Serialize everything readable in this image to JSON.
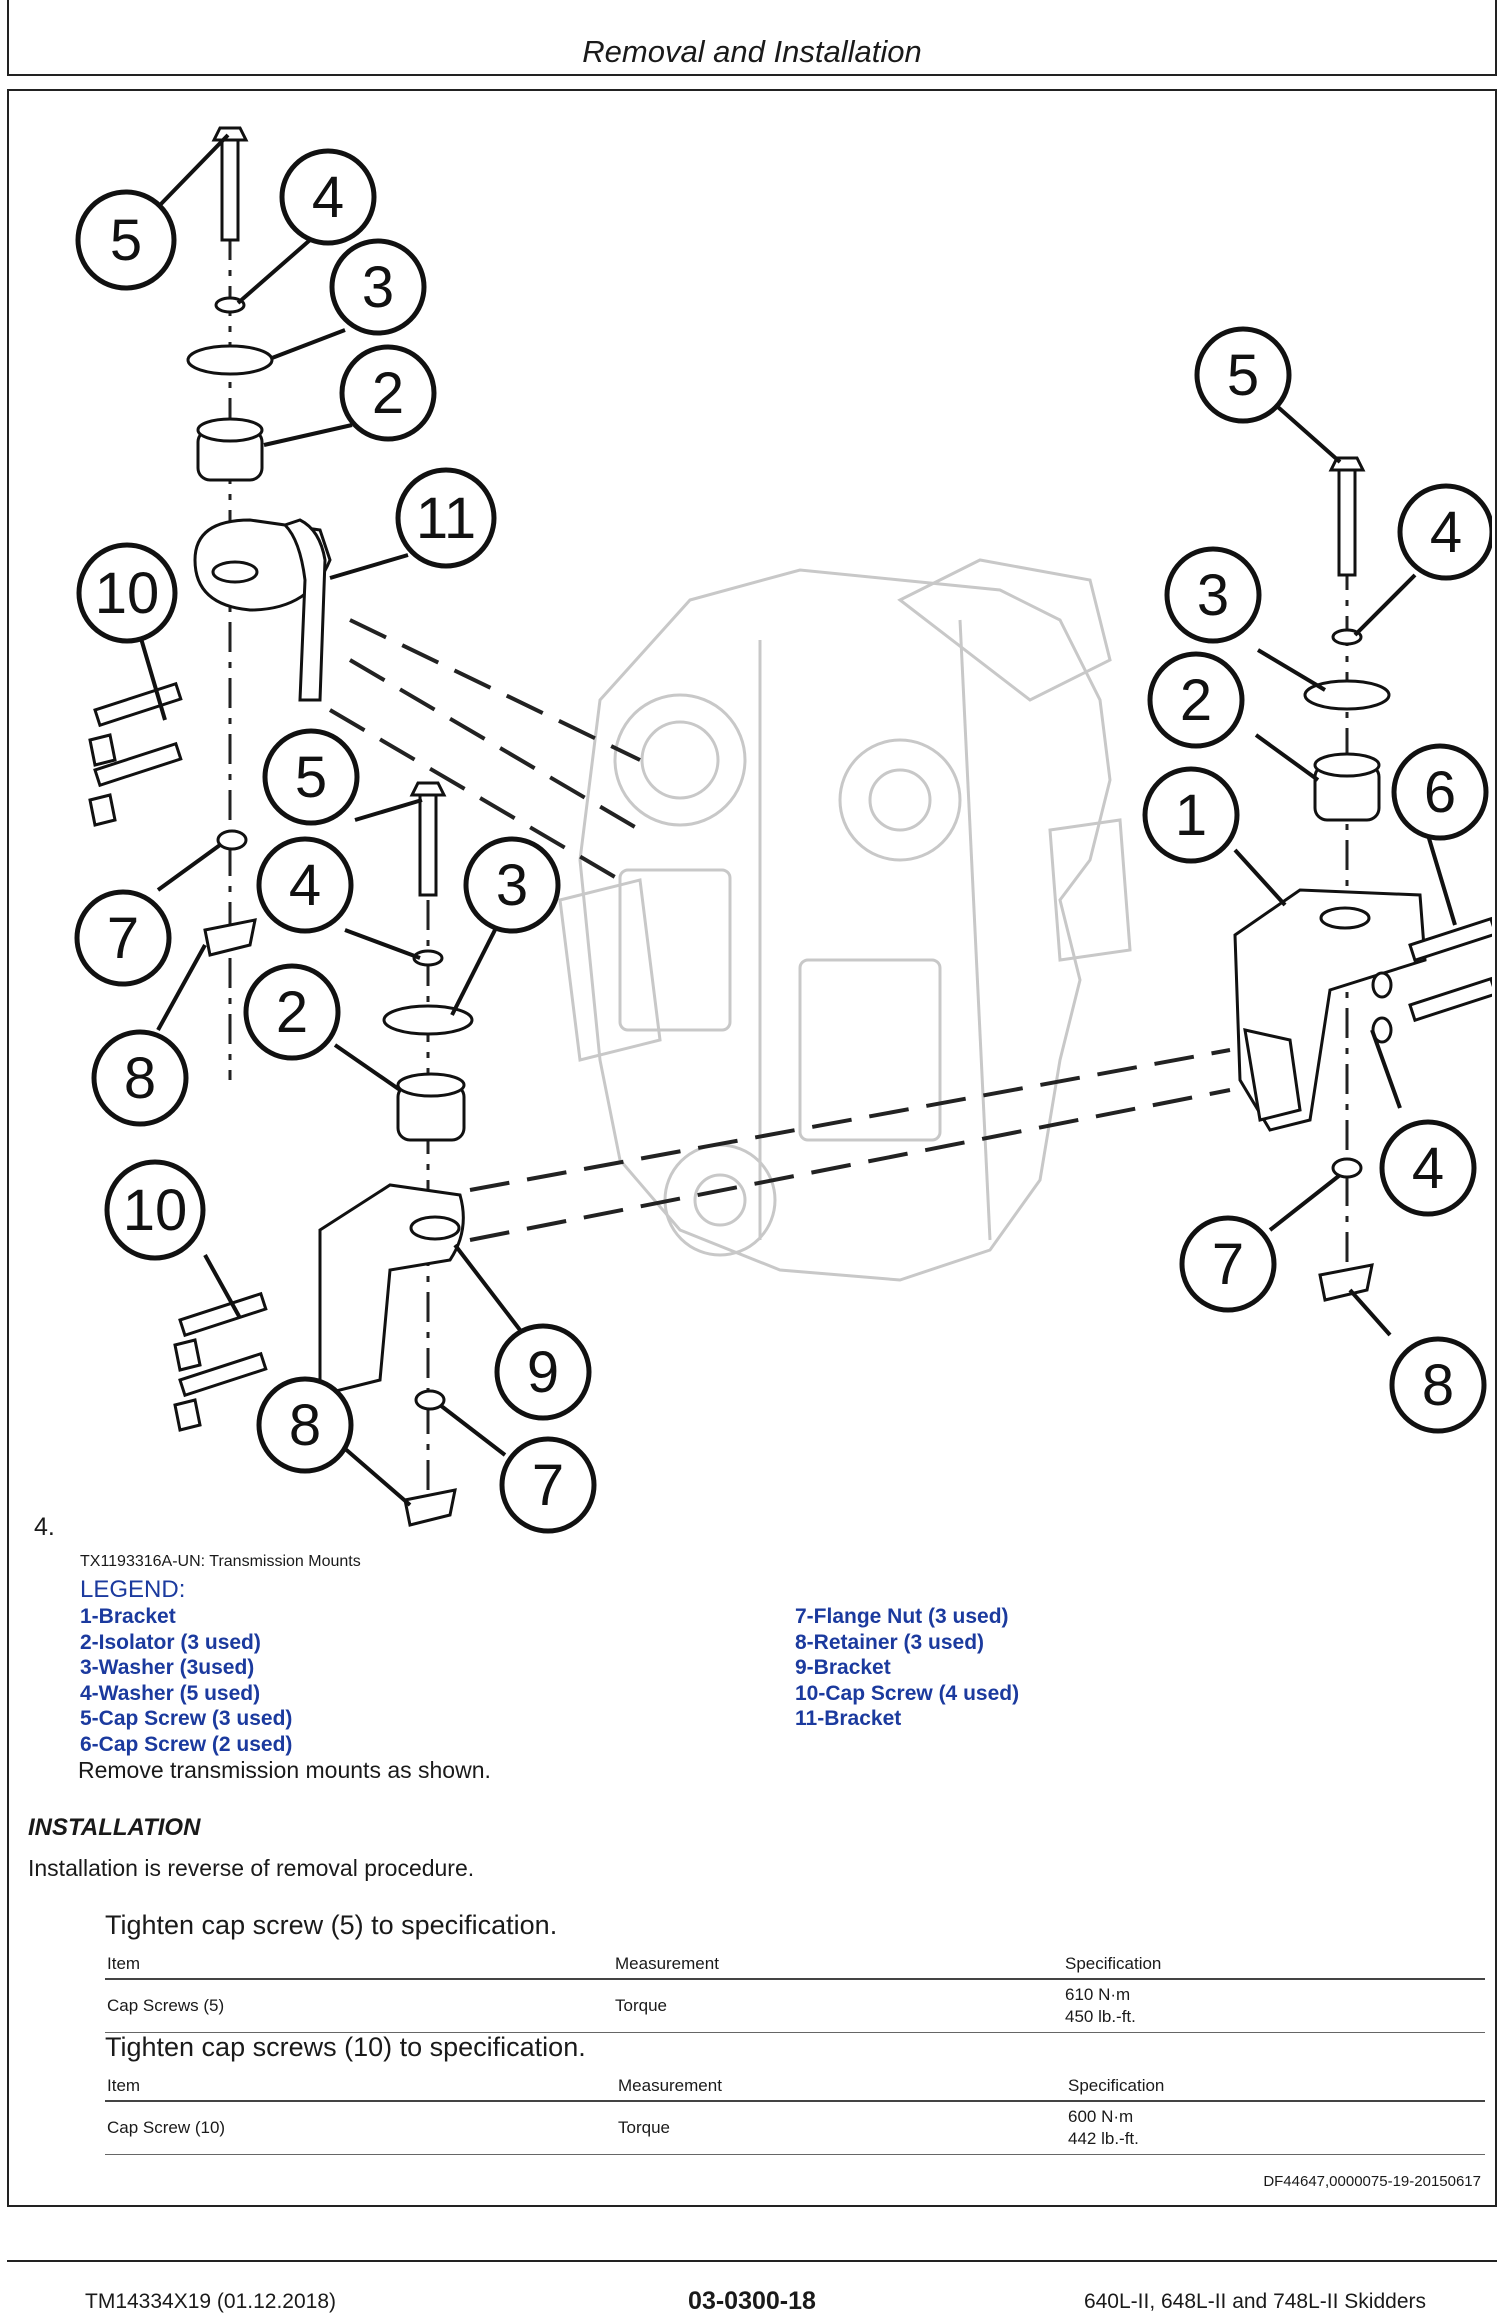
{
  "header": {
    "title": "Removal and Installation"
  },
  "figure": {
    "callouts": [
      "5",
      "4",
      "3",
      "2",
      "11",
      "10",
      "7",
      "8",
      "5",
      "4",
      "3",
      "2",
      "10",
      "9",
      "8",
      "7",
      "5",
      "4",
      "3",
      "2",
      "1",
      "6",
      "4",
      "7",
      "8"
    ]
  },
  "step": {
    "number": "4."
  },
  "caption": "TX1193316A-UN: Transmission Mounts",
  "legend": {
    "title": "LEGEND:",
    "left": [
      "1-Bracket",
      "2-Isolator (3 used)",
      "3-Washer (3used)",
      "4-Washer (5 used)",
      "5-Cap Screw (3 used)",
      "6-Cap Screw (2 used)"
    ],
    "right": [
      "7-Flange Nut (3 used)",
      "8-Retainer (3 used)",
      "9-Bracket",
      "10-Cap Screw (4 used)",
      "11-Bracket"
    ]
  },
  "removal_note": "Remove transmission mounts as shown.",
  "installation": {
    "heading": "INSTALLATION",
    "text": "Installation is reverse of removal procedure."
  },
  "spec_tables": [
    {
      "title": "Tighten cap screw (5) to specification.",
      "headers": [
        "Item",
        "Measurement",
        "Specification"
      ],
      "row": {
        "item": "Cap Screws (5)",
        "measurement": "Torque",
        "spec_metric": "610 N·m",
        "spec_imperial": "450 lb.-ft."
      }
    },
    {
      "title": "Tighten cap screws (10) to specification.",
      "headers": [
        "Item",
        "Measurement",
        "Specification"
      ],
      "row": {
        "item": "Cap Screw (10)",
        "measurement": "Torque",
        "spec_metric": "600 N·m",
        "spec_imperial": "442 lb.-ft."
      }
    }
  ],
  "doc_id": "DF44647,0000075-19-20150617",
  "footer": {
    "left": "TM14334X19 (01.12.2018)",
    "center": "03-0300-18",
    "right": "640L-II, 648L-II and 748L-II Skidders"
  }
}
